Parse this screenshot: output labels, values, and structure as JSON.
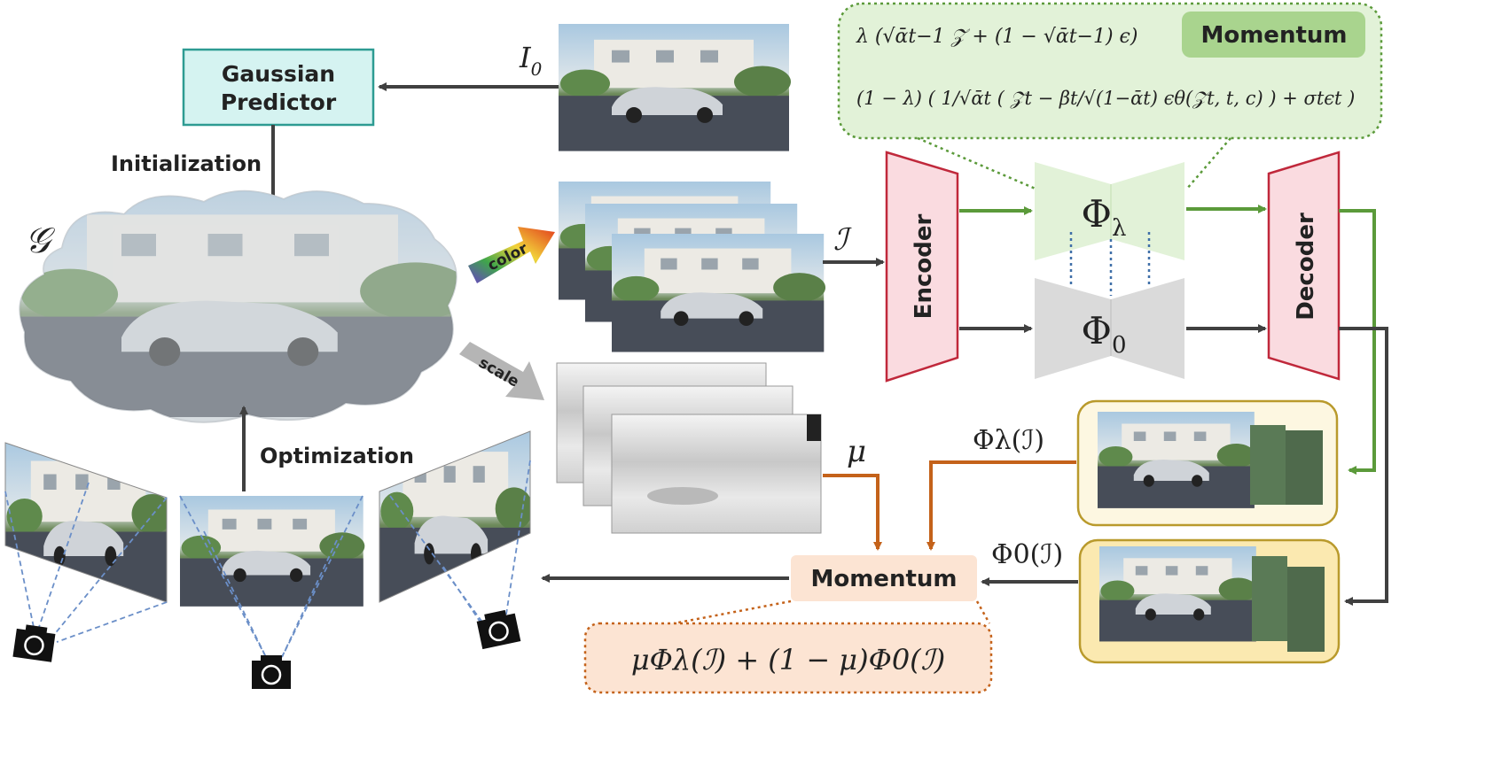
{
  "labels": {
    "gaussian_predictor_line1": "Gaussian",
    "gaussian_predictor_line2": "Predictor",
    "initialization": "Initialization",
    "optimization": "Optimization",
    "color": "color",
    "scale": "scale",
    "encoder": "Encoder",
    "decoder": "Decoder",
    "momentum_top": "Momentum",
    "momentum_bottom": "Momentum"
  },
  "math": {
    "I0": "I",
    "I0_sub": "0",
    "G": "𝒢",
    "I": "ℐ",
    "mu": "μ",
    "phi_lambda": "Φ",
    "phi_lambda_sub": "λ",
    "phi_zero": "Φ",
    "phi_zero_sub": "0",
    "phi_lambda_I": "Φλ(ℐ)",
    "phi_zero_I": "Φ0(ℐ)",
    "formula_line1": "λ (√ᾱt−1 𝒵 + (1 − √ᾱt−1) ϵ)",
    "formula_line2": "(1 − λ) ( 1/√ᾱt ( 𝒵t − βt/√(1−ᾱt) ϵθ(𝒵t, t, c) ) + σtϵt )",
    "momentum_formula": "μΦλ(ℐ) + (1 − μ)Φ0(ℐ)"
  },
  "colors": {
    "teal_box": "#d5f3f1",
    "teal_border": "#2d9b92",
    "encoder_fill": "#fadbe0",
    "encoder_border": "#c0283b",
    "green_fill": "#e2f2d8",
    "green_border": "#5b9a3a",
    "gray_fill": "#dadada",
    "orange_fill": "#fce4d3",
    "orange_line": "#c4621a",
    "yellow_border": "#b99a2c",
    "yellow_fill_light": "#fdf7e1",
    "yellow_fill_dark": "#fbe9b0",
    "arrow_dark": "#404040",
    "arrow_green": "#5b9a3a"
  }
}
